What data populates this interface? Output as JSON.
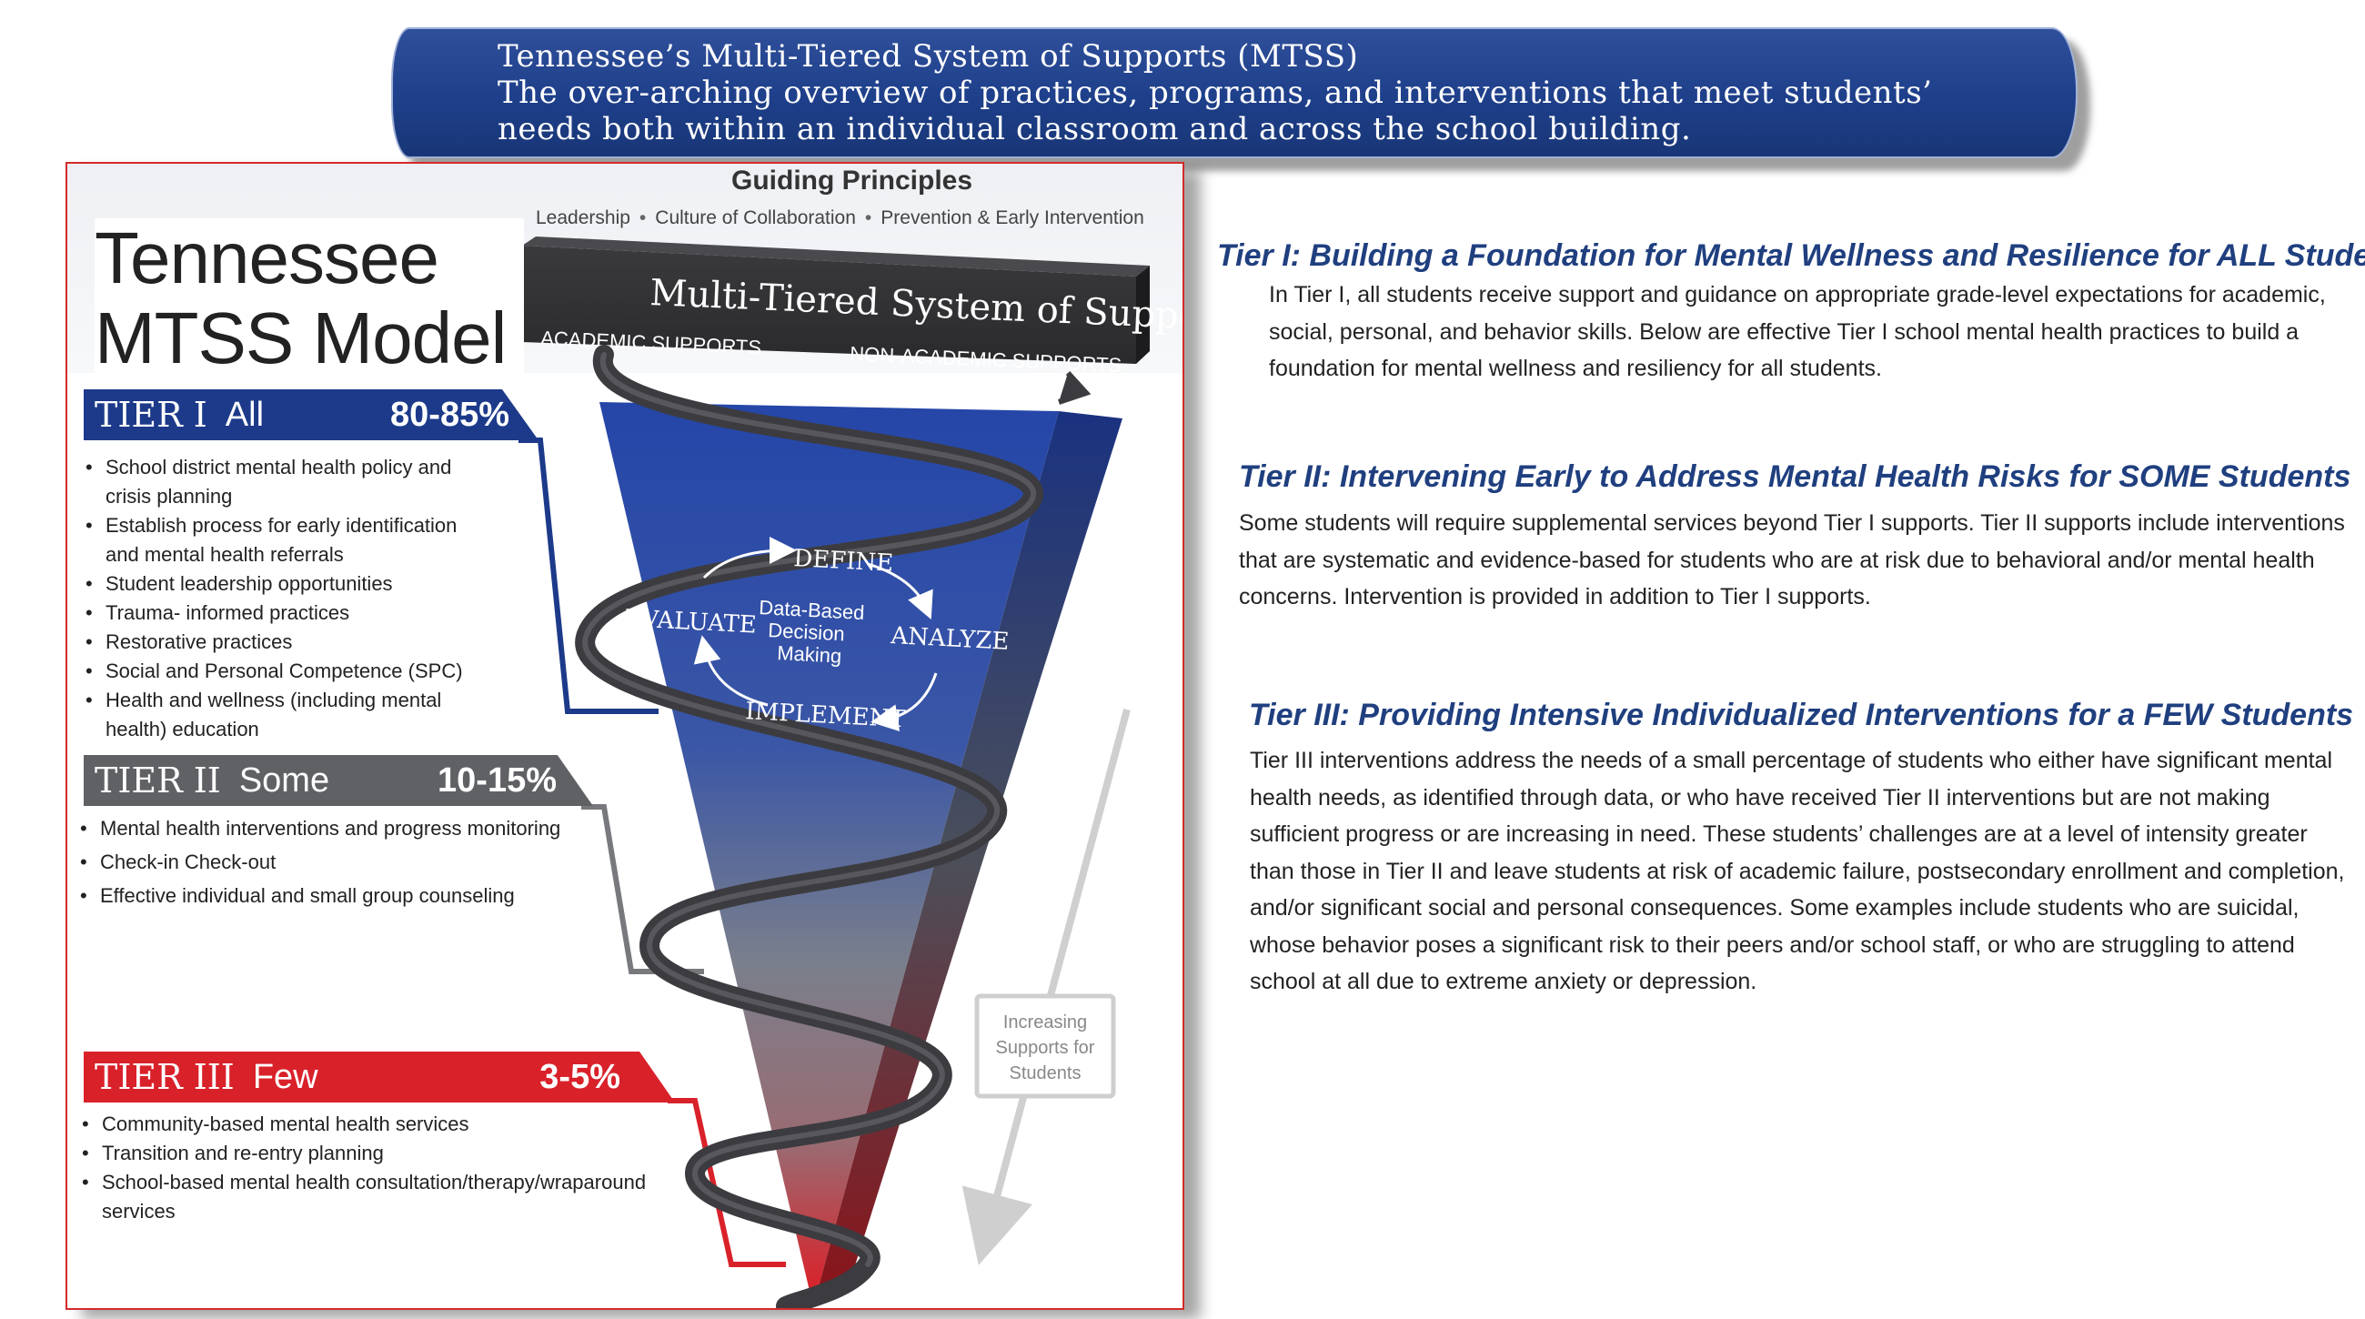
{
  "banner": {
    "line1": "Tennessee’s Multi-Tiered System of Supports (MTSS)",
    "line2": "The over-arching overview of practices, programs, and interventions that meet students’",
    "line3": "needs both within an individual classroom and across the school building."
  },
  "model": {
    "title_line1": "Tennessee",
    "title_line2": "MTSS Model",
    "guiding_principles": {
      "title": "Guiding Principles",
      "items": [
        "Leadership",
        "Culture of Collaboration",
        "Prevention & Early Intervention"
      ]
    },
    "mtss_box": {
      "title": "Multi-Tiered System of Supports",
      "left_label": "ACADEMIC SUPPORTS",
      "right_label": "NON-ACADEMIC SUPPORTS"
    },
    "cycle": {
      "define": "DEFINE",
      "analyze": "ANALYZE",
      "implement": "IMPLEMENT",
      "evaluate": "EVALUATE",
      "center_line1": "Data-Based",
      "center_line2": "Decision",
      "center_line3": "Making"
    },
    "arrow_label_line1": "Increasing",
    "arrow_label_line2": "Supports for",
    "arrow_label_line3": "Students",
    "tiers": [
      {
        "name": "TIER I",
        "level": "All",
        "percent": "80-85%",
        "items": [
          "School district mental health policy and crisis planning",
          "Establish process for early identification and mental health referrals",
          "Student leadership opportunities",
          "Trauma- informed practices",
          "Restorative practices",
          "Social and Personal Competence (SPC)",
          "Health and wellness (including mental health) education"
        ]
      },
      {
        "name": "TIER II",
        "level": "Some",
        "percent": "10-15%",
        "items": [
          "Mental health interventions and progress monitoring",
          "Check-in Check-out",
          "Effective individual and small group counseling"
        ]
      },
      {
        "name": "TIER III",
        "level": "Few",
        "percent": "3-5%",
        "items": [
          "Community-based mental health services",
          "Transition and re-entry planning",
          "School-based mental health consultation/therapy/wraparound services"
        ]
      }
    ]
  },
  "descriptions": [
    {
      "title": "Tier I:  Building a Foundation for Mental Wellness and Resilience for ALL Students",
      "body": "In Tier I, all students receive support and guidance on appropriate grade-level expectations for academic, social, personal, and behavior skills. Below are effective Tier I school mental health practices to build a foundation for mental wellness and resiliency for all students."
    },
    {
      "title": "Tier II: Intervening Early to Address Mental Health Risks for SOME Students",
      "body": "Some students will require supplemental services beyond Tier I supports. Tier II supports include interventions that are systematic and evidence-based for students who are at risk due to behavioral and/or mental health concerns. Intervention is provided in addition to Tier I supports."
    },
    {
      "title": "Tier III: Providing Intensive Individualized Interventions for a FEW Students",
      "body": "Tier III interventions address the needs of a small percentage of students who either have significant mental health needs, as identified through data, or who have received Tier II interventions but are not making sufficient progress or are increasing in need. These students’ challenges are at a level of intensity greater than those in Tier II and leave students at risk of academic failure, postsecondary enrollment and completion, and/or significant social and personal consequences. Some examples include students who are suicidal, whose behavior poses a significant risk to their peers and/or school staff, or who are struggling to attend school at all due to extreme anxiety or depression."
    }
  ],
  "colors": {
    "banner": "#1e3f8a",
    "tier1": "#1d3a8a",
    "tier2": "#5f6165",
    "tier3": "#d9212a",
    "heading_blue": "#1f3f7f",
    "frame_red": "#d42a2a"
  }
}
